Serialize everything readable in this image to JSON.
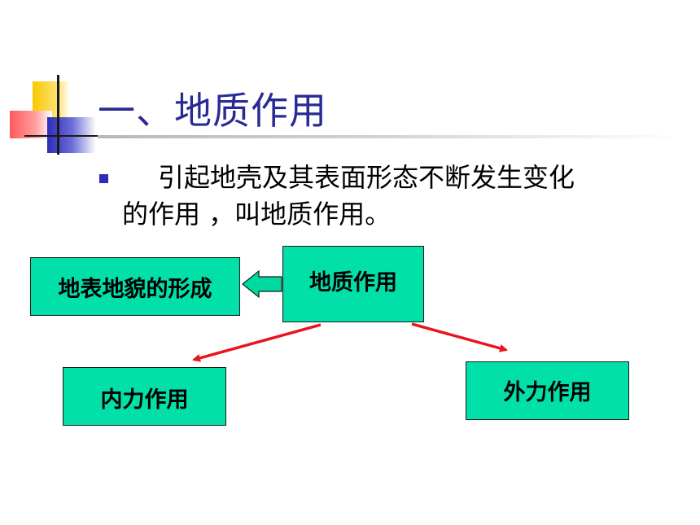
{
  "slide": {
    "title": "一、地质作用",
    "bullet_line1": "引起地壳及其表面形态不断发生变化",
    "bullet_line2": "的作用 ，叫地质作用。"
  },
  "diagram": {
    "center_box": "地质作用",
    "left_box": "地表地貌的形成",
    "internal_box": "内力作用",
    "external_box": "外力作用"
  },
  "colors": {
    "title": "#2a2a96",
    "box_fill": "#00e0a8",
    "arrow_red": "#e8141e",
    "block_arrow_fill": "#00d9a0"
  }
}
